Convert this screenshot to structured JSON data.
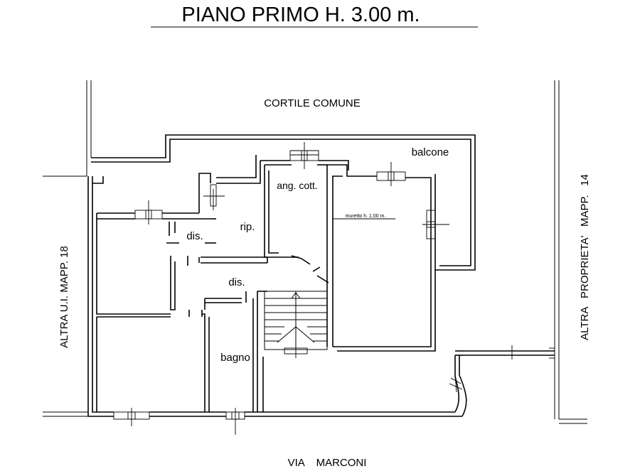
{
  "title": "PIANO PRIMO H. 3.00 m.",
  "labels": {
    "courtyard": "CORTILE COMUNE",
    "balcony": "balcone",
    "kitchenette": "ang. cott.",
    "parapet": "muretto h. 1.00 m.",
    "storage": "rip.",
    "hallway_upper": "dis.",
    "hallway_lower": "dis.",
    "bathroom": "bagno",
    "street": "VIA    MARCONI",
    "left_neighbor": "ALTRA U.I. MAPP. 18",
    "right_neighbor": "ALTRA   PROPRIETA'   MAPP.   14"
  }
}
